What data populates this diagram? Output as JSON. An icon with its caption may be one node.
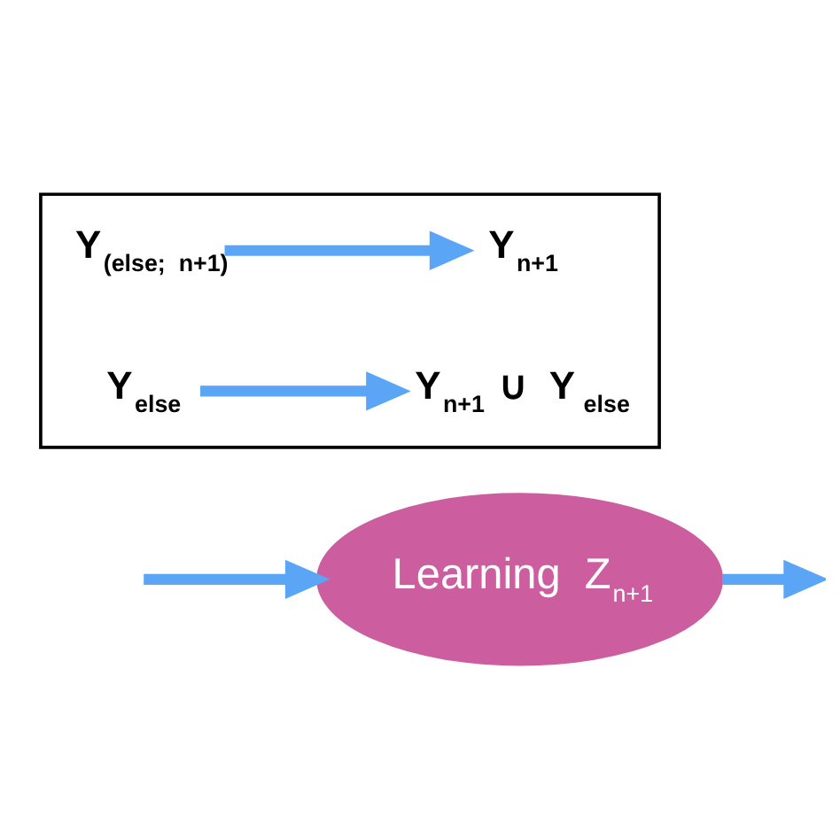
{
  "diagram": {
    "nodes": [
      {
        "text": [
          "Learning Z$_{n+1}$"
        ]
      },
      {
        "text": [],
        "shape": "box"
      },
      {
        "text": [
          "Y$_{(else; n+1)}$"
        ],
        "in": 1
      },
      {
        "text": [
          "Y$_{n+1}$"
        ],
        "in": 1
      },
      {
        "text": [
          "Y$_{else}$"
        ],
        "in": 1
      },
      {
        "text": [
          "Y$_{n+1}$ ∪ Y$_{else}$"
        ],
        "in": 1
      }
    ],
    "edges": [
      {
        "from": null,
        "to": 0,
        "arrow": "to"
      },
      {
        "from": 0,
        "to": null,
        "arrow": "to"
      },
      {
        "from": 2,
        "to": 3,
        "arrow": "to"
      },
      {
        "from": 4,
        "to": 5,
        "arrow": "to"
      }
    ]
  }
}
